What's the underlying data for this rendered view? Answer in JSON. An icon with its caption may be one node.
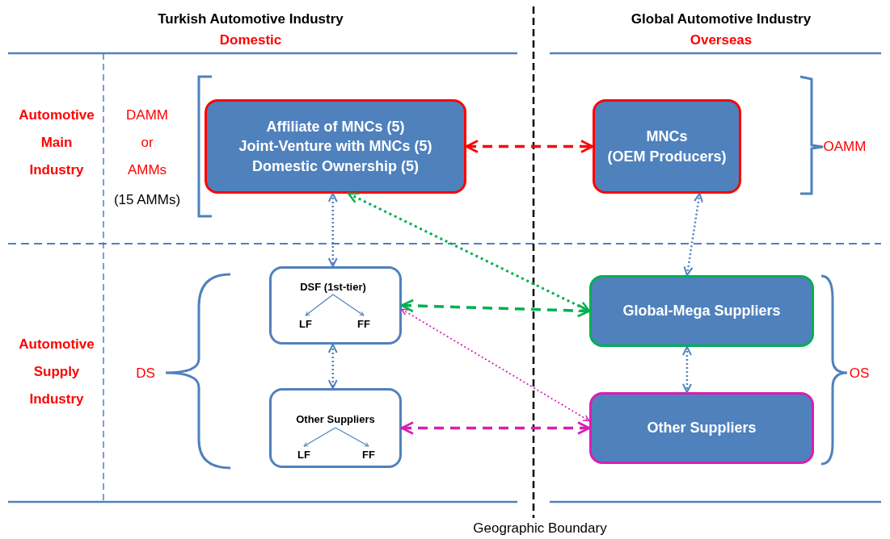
{
  "diagram": {
    "nodes": [
      {
        "text": [
          "Affiliate of MNCs (5)",
          "Joint-Venture with MNCs (5)",
          "Domestic Ownership (5)"
        ]
      },
      {
        "text": [
          "MNCs",
          "(OEM Producers)"
        ]
      },
      {
        "text": [],
        "shape": "box"
      },
      {
        "text": [
          "DSF (1st-tier)"
        ],
        "in": 2
      },
      {
        "text": [
          "LF"
        ],
        "in": 2
      },
      {
        "text": [
          "FF"
        ],
        "in": 2
      },
      {
        "text": [],
        "shape": "box"
      },
      {
        "text": [
          "Other Suppliers"
        ],
        "in": 6
      },
      {
        "text": [
          "LF"
        ],
        "in": 6
      },
      {
        "text": [
          "FF"
        ],
        "in": 6
      },
      {
        "text": [
          "Global-Mega Suppliers"
        ]
      },
      {
        "text": [
          "Other Suppliers"
        ]
      }
    ],
    "edges": [
      {
        "from": 0,
        "to": 1,
        "arrow": "both",
        "style": "dashed",
        "color": "#ff0000"
      },
      {
        "from": 0,
        "to": 2,
        "arrow": "both",
        "style": "dashed"
      },
      {
        "from": 0,
        "to": 10,
        "arrow": "both",
        "style": "dashed",
        "color": "#00b050"
      },
      {
        "from": 2,
        "to": 10,
        "arrow": "both",
        "style": "dashed",
        "color": "#00b050"
      },
      {
        "from": 2,
        "to": 11,
        "arrow": "both",
        "style": "dashed",
        "color": "#d81eb4"
      },
      {
        "from": 2,
        "to": 6,
        "arrow": "both",
        "style": "dashed"
      },
      {
        "from": 6,
        "to": 11,
        "arrow": "both",
        "style": "dashed",
        "color": "#d81eb4"
      },
      {
        "from": 1,
        "to": 10,
        "arrow": "both",
        "style": "dashed"
      },
      {
        "from": 10,
        "to": 11,
        "arrow": "both",
        "style": "dashed"
      },
      {
        "from": 3,
        "to": 4,
        "arrow": "to"
      },
      {
        "from": 3,
        "to": 5,
        "arrow": "to"
      },
      {
        "from": 7,
        "to": 8,
        "arrow": "to"
      },
      {
        "from": 7,
        "to": 9,
        "arrow": "to"
      }
    ],
    "labels": [
      "Turkish Automotive Industry",
      "Domestic",
      "Global Automotive Industry",
      "Overseas",
      "Automotive Main Industry",
      "DAMM or AMMs",
      "(15 AMMs)",
      "OAMM",
      "Automotive Supply Industry",
      "DS",
      "OS",
      "Geographic Boundary"
    ]
  }
}
